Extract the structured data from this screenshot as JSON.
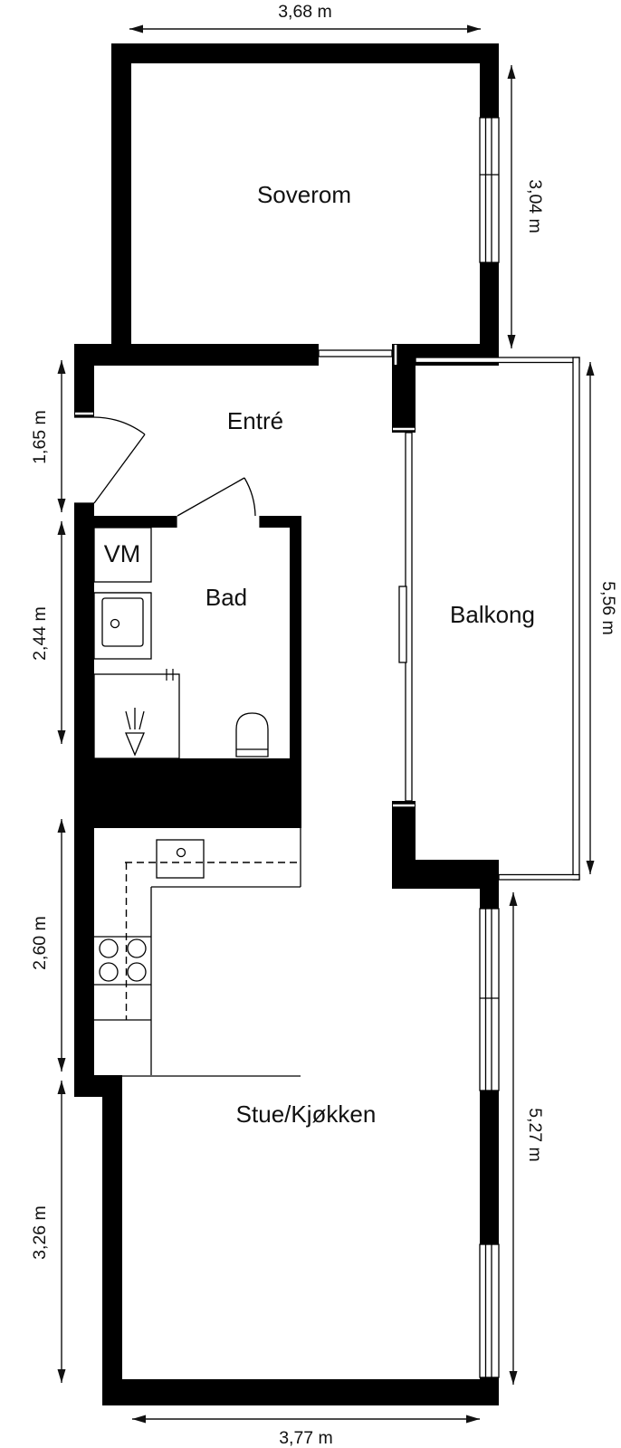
{
  "floorplan": {
    "type": "apartment-floor-plan",
    "colors": {
      "wall": "#000000",
      "background": "#ffffff",
      "line": "#111111"
    },
    "rooms": {
      "soverom": {
        "label": "Soverom"
      },
      "entre": {
        "label": "Entré"
      },
      "bad": {
        "label": "Bad"
      },
      "balkong": {
        "label": "Balkong"
      },
      "stue_kjokken": {
        "label": "Stue/Kjøkken"
      }
    },
    "fixtures": {
      "washing_machine": {
        "label": "VM"
      }
    },
    "dimensions": {
      "soverom_width": "3,68 m",
      "soverom_depth": "3,04 m",
      "entre_depth": "1,65 m",
      "bad_depth": "2,44 m",
      "balkong_depth": "5,56 m",
      "kjokken_depth": "2,60 m",
      "stue_depth": "3,26 m",
      "stue_right_depth": "5,27 m",
      "stue_width": "3,77 m"
    }
  }
}
